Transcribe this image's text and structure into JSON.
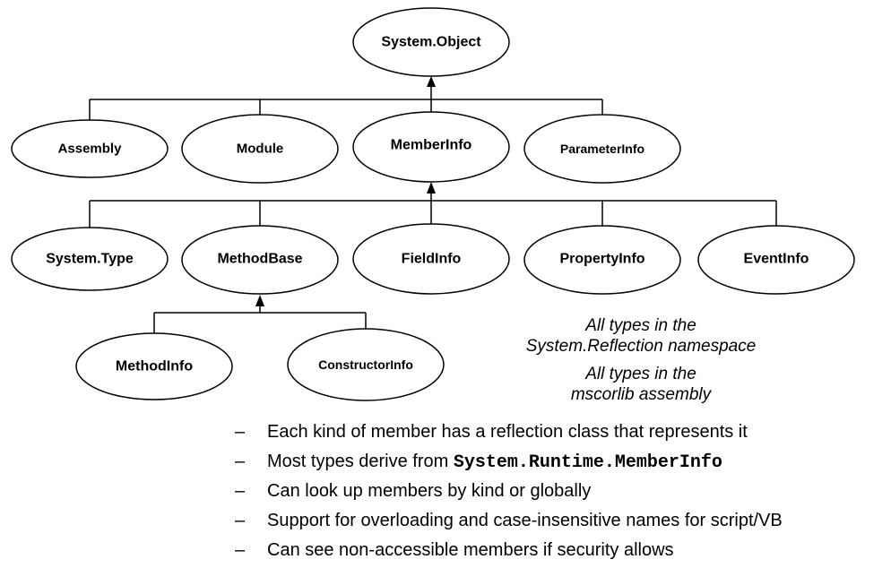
{
  "nodes": {
    "system_object": "System.Object",
    "assembly": "Assembly",
    "module": "Module",
    "memberinfo": "MemberInfo",
    "parameterinfo": "ParameterInfo",
    "system_type": "System.Type",
    "methodbase": "MethodBase",
    "fieldinfo": "FieldInfo",
    "propertyinfo": "PropertyInfo",
    "eventinfo": "EventInfo",
    "methodinfo": "MethodInfo",
    "constructorinfo": "ConstructorInfo"
  },
  "legend": {
    "line1": "All types in the",
    "line2": "System.Reflection namespace",
    "line3": "All types in the",
    "line4": "mscorlib assembly"
  },
  "bullets": {
    "dash": "–",
    "b1": "Each kind of member has a reflection class that represents it",
    "b2_prefix": "Most types derive from ",
    "b2_code": "System.Runtime.MemberInfo",
    "b3": "Can look up members by kind or globally",
    "b4": "Support for overloading and case-insensitive names for script/VB",
    "b5": "Can see non-accessible members if security allows"
  }
}
